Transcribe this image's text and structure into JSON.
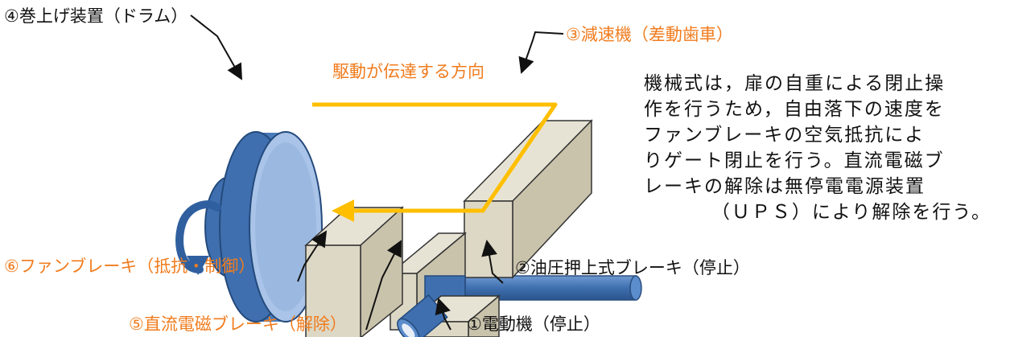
{
  "labels": {
    "drum": "④巻上げ装置（ドラム）",
    "reducer": "③減速機（差動歯車）",
    "direction": "駆動が伝達する方向",
    "fan_brake": "⑥ファンブレーキ（抵抗・制御）",
    "hydraulic_brake": "②油圧押上式ブレーキ（停止）",
    "dc_brake": "⑤直流電磁ブレーキ（解除）",
    "motor": "①電動機（停止）"
  },
  "description": [
    "機械式は，扉の自重による閉止操",
    "作を行うため，自由落下の速度を",
    "ファンブレーキの空気抵抗によ",
    "りゲート閉止を行う。直流電磁ブ",
    "レーキの解除は無停電電源装置",
    "（ＵＰＳ）により解除を行う。"
  ],
  "colors": {
    "drum_blue": "#4f80c0",
    "box_fill": "#ddd8c5",
    "arrow": "#ffbf00",
    "label_orange": "#f07c1e",
    "text": "#111111"
  }
}
